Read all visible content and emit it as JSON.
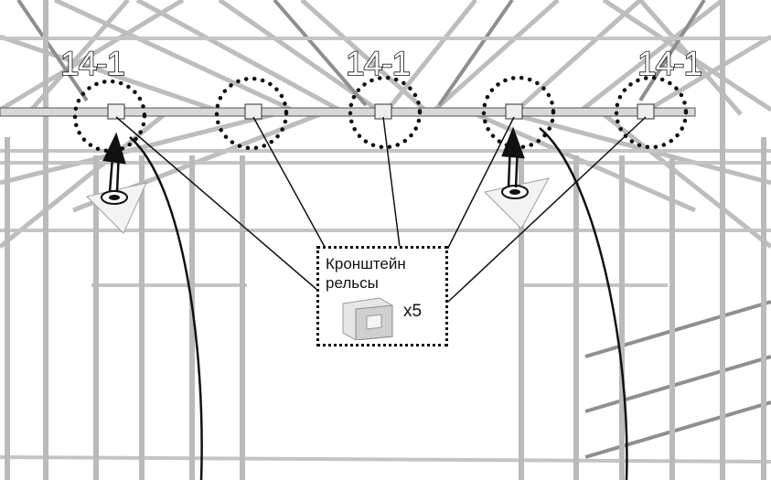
{
  "labels": {
    "step_left": "14-1",
    "step_center": "14-1",
    "step_right": "14-1"
  },
  "callout": {
    "title_line1": "Кронштейн",
    "title_line2": "рельсы",
    "quantity": "x5"
  },
  "icons": {
    "part": "rail-bracket-icon",
    "arrow": "up-arrow-icon",
    "lamp": "ceiling-light-icon"
  },
  "colors": {
    "line": "#111111",
    "frame": "#c9c9c9",
    "frame_dark": "#8a8a8a",
    "background": "#ffffff"
  }
}
